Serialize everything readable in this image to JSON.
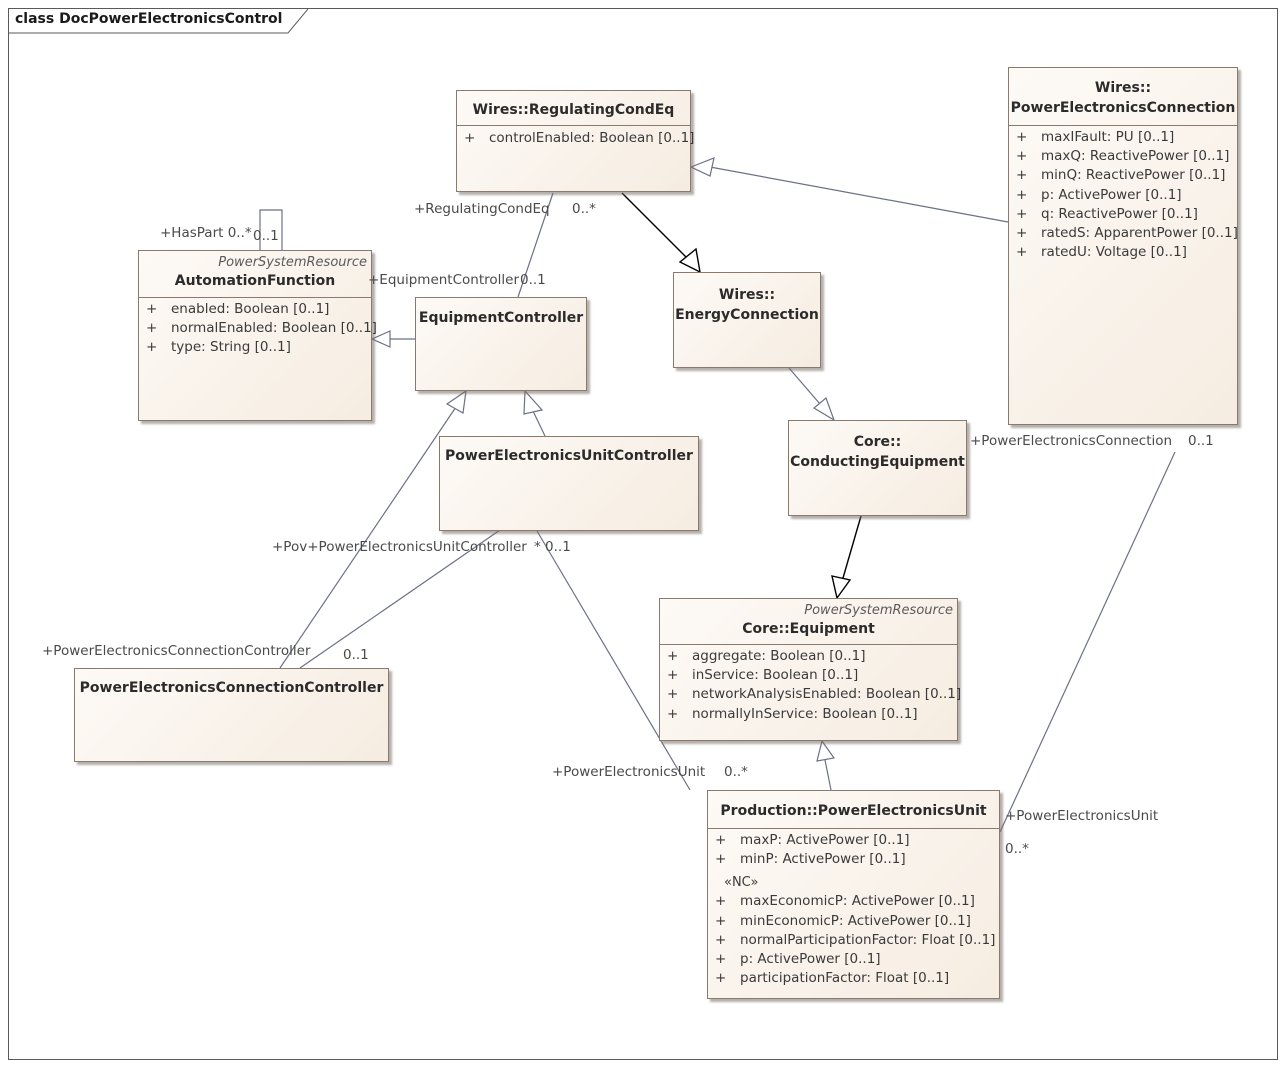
{
  "frame": {
    "title": "class DocPowerElectronicsControl"
  },
  "classes": {
    "regulating": {
      "name": "Wires::RegulatingCondEq",
      "attributes": [
        {
          "vis": "+",
          "text": "controlEnabled: Boolean [0..1]"
        }
      ]
    },
    "pec": {
      "ns": "Wires::",
      "name": "PowerElectronicsConnection",
      "attributes": [
        {
          "vis": "+",
          "text": "maxIFault: PU [0..1]"
        },
        {
          "vis": "+",
          "text": "maxQ: ReactivePower [0..1]"
        },
        {
          "vis": "+",
          "text": "minQ: ReactivePower [0..1]"
        },
        {
          "vis": "+",
          "text": "p: ActivePower [0..1]"
        },
        {
          "vis": "+",
          "text": "q: ReactivePower [0..1]"
        },
        {
          "vis": "+",
          "text": "ratedS: ApparentPower [0..1]"
        },
        {
          "vis": "+",
          "text": "ratedU: Voltage [0..1]"
        }
      ]
    },
    "automation": {
      "stereotype": "PowerSystemResource",
      "name": "AutomationFunction",
      "attributes": [
        {
          "vis": "+",
          "text": "enabled: Boolean [0..1]"
        },
        {
          "vis": "+",
          "text": "normalEnabled: Boolean [0..1]"
        },
        {
          "vis": "+",
          "text": "type: String [0..1]"
        }
      ]
    },
    "eqcontroller": {
      "name": "EquipmentController"
    },
    "energyconn": {
      "ns": "Wires::",
      "name": "EnergyConnection"
    },
    "conducting": {
      "ns": "Core::",
      "name": "ConductingEquipment"
    },
    "peuc": {
      "name": "PowerElectronicsUnitController"
    },
    "pecc": {
      "name": "PowerElectronicsConnectionController"
    },
    "equipment": {
      "stereotype": "PowerSystemResource",
      "name": "Core::Equipment",
      "attributes": [
        {
          "vis": "+",
          "text": "aggregate: Boolean [0..1]"
        },
        {
          "vis": "+",
          "text": "inService: Boolean [0..1]"
        },
        {
          "vis": "+",
          "text": "networkAnalysisEnabled: Boolean [0..1]"
        },
        {
          "vis": "+",
          "text": "normallyInService: Boolean [0..1]"
        }
      ]
    },
    "peu": {
      "name": "Production::PowerElectronicsUnit",
      "attributes": [
        {
          "vis": "+",
          "text": "maxP: ActivePower [0..1]"
        },
        {
          "vis": "+",
          "text": "minP: ActivePower [0..1]"
        }
      ],
      "nc_label": "«NC»",
      "nc_attributes": [
        {
          "vis": "+",
          "text": "maxEconomicP: ActivePower [0..1]"
        },
        {
          "vis": "+",
          "text": "minEconomicP: ActivePower [0..1]"
        },
        {
          "vis": "+",
          "text": "normalParticipationFactor: Float [0..1]"
        },
        {
          "vis": "+",
          "text": "p: ActivePower [0..1]"
        },
        {
          "vis": "+",
          "text": "participationFactor: Float [0..1]"
        }
      ]
    }
  },
  "labels": {
    "regCondEqRole": "+RegulatingCondEq",
    "regCondEqMult": "0..*",
    "eqCtrlRole": "+EquipmentController",
    "eqCtrlMult": "0..1",
    "hasPart": "+HasPart 0..*",
    "hasPartMult": "0..1",
    "pecRole": "+PowerElectronicsConnection",
    "pecMult": "0..1",
    "povRole": "+Pov+PowerElectronicsUnitController",
    "povMult": "* 0..1",
    "peccRole": "+PowerElectronicsConnectionController",
    "peccMult": "0..1",
    "peuRoleLeft": "+PowerElectronicsUnit",
    "peuMultLeft": "0..*",
    "peuRoleRight": "+PowerElectronicsUnit",
    "peuMultRight": "0..*"
  }
}
